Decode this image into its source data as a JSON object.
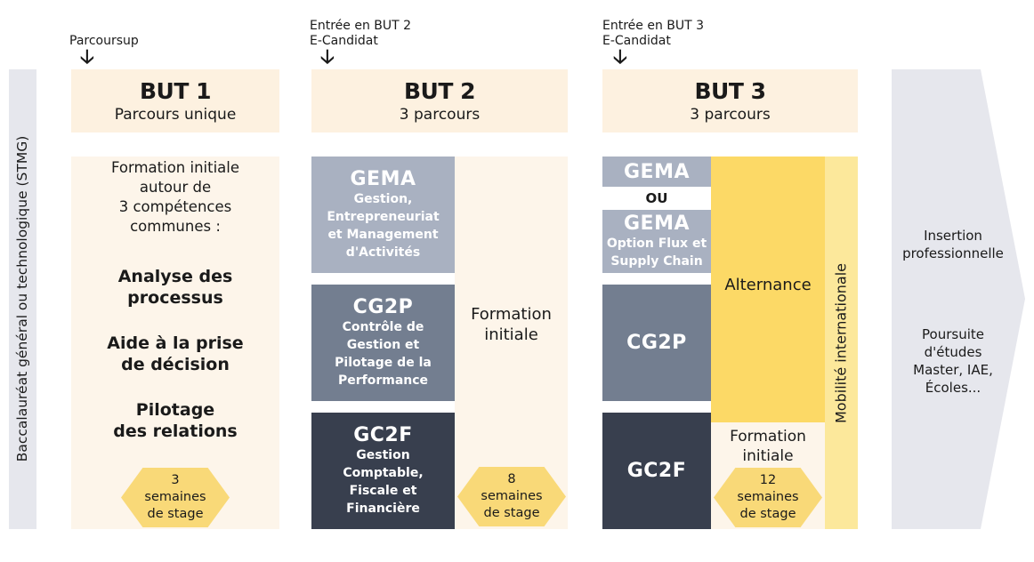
{
  "entries": {
    "but1": {
      "lines": [
        "Parcoursup"
      ]
    },
    "but2": {
      "lines": [
        "Entrée en BUT 2",
        "E-Candidat"
      ]
    },
    "but3": {
      "lines": [
        "Entrée en BUT 3",
        "E-Candidat"
      ]
    },
    "arrow": "🡣"
  },
  "side_left": "Baccalauréat général ou technologique (STMG)",
  "but1": {
    "title": "BUT 1",
    "subtitle": "Parcours unique",
    "intro": [
      "Formation initiale",
      "autour de",
      "3 compétences",
      "communes :"
    ],
    "skills": [
      {
        "lines": [
          "Analyse des",
          "processus"
        ]
      },
      {
        "lines": [
          "Aide à la prise",
          "de décision"
        ]
      },
      {
        "lines": [
          "Pilotage",
          "des relations"
        ]
      }
    ],
    "stage": [
      "3",
      "semaines",
      "de stage"
    ]
  },
  "but2": {
    "title": "BUT 2",
    "subtitle": "3 parcours",
    "tracks": [
      {
        "title": "GEMA",
        "desc": [
          "Gestion,",
          "Entrepreneuriat",
          "et Management",
          "d'Activités"
        ]
      },
      {
        "title": "CG2P",
        "desc": [
          "Contrôle de",
          "Gestion et",
          "Pilotage de la",
          "Performance"
        ]
      },
      {
        "title": "GC2F",
        "desc": [
          "Gestion",
          "Comptable,",
          "Fiscale et",
          "Financière"
        ]
      }
    ],
    "formation": [
      "Formation",
      "initiale"
    ],
    "stage": [
      "8",
      "semaines",
      "de stage"
    ]
  },
  "but3": {
    "title": "BUT 3",
    "subtitle": "3 parcours",
    "gema1": "GEMA",
    "ou": "OU",
    "gema2": {
      "title": "GEMA",
      "desc": [
        "Option Flux et",
        "Supply Chain"
      ]
    },
    "cg2p": "CG2P",
    "gc2f": "GC2F",
    "alternance": "Alternance",
    "formation": [
      "Formation",
      "initiale"
    ],
    "stage": [
      "12",
      "semaines",
      "de stage"
    ],
    "mobilite": "Mobilité internationale"
  },
  "outcomes": {
    "first": [
      "Insertion",
      "professionnelle"
    ],
    "second": [
      "Poursuite",
      "d'études",
      "Master, IAE,",
      "Écoles..."
    ]
  },
  "colors": {
    "cream": "#fdf1e0",
    "gray_light": "#a9b1c1",
    "gray_mid": "#737e90",
    "gray_dark": "#383f4e",
    "yellow": "#fcd966",
    "pale_yellow": "#fce89b",
    "side_gray": "#e6e7ed"
  }
}
